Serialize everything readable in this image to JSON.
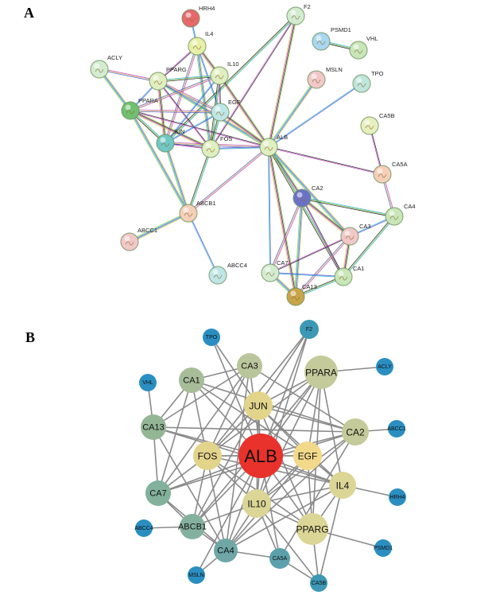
{
  "panels": [
    {
      "id": "A",
      "label": "A"
    },
    {
      "id": "B",
      "label": "B"
    }
  ],
  "panel_a": {
    "nodes": [
      {
        "id": "HRH4",
        "color": "#e8676a"
      },
      {
        "id": "F2",
        "color": "#d3ecd0"
      },
      {
        "id": "IL4",
        "color": "#e8f0a8"
      },
      {
        "id": "PSMD1",
        "color": "#a9d6f0"
      },
      {
        "id": "VHL",
        "color": "#c9e6b8"
      },
      {
        "id": "ACLY",
        "color": "#d3ecd0"
      },
      {
        "id": "IL10",
        "color": "#e0efc0"
      },
      {
        "id": "PPARG",
        "color": "#e0efc0"
      },
      {
        "id": "MSLN",
        "color": "#f2c7c7"
      },
      {
        "id": "TPO",
        "color": "#bfe6dc"
      },
      {
        "id": "PPARA",
        "color": "#6fc06f"
      },
      {
        "id": "EGF",
        "color": "#bfe6e6"
      },
      {
        "id": "CA5B",
        "color": "#e8efbf"
      },
      {
        "id": "JUN",
        "color": "#6fc8c3"
      },
      {
        "id": "FOS",
        "color": "#e0efc0"
      },
      {
        "id": "ALB",
        "color": "#e0efc0"
      },
      {
        "id": "CA5A",
        "color": "#f5cfb8"
      },
      {
        "id": "CA2",
        "color": "#6a71c9"
      },
      {
        "id": "ABCB1",
        "color": "#f5cfb8"
      },
      {
        "id": "CA4",
        "color": "#c9e6b8"
      },
      {
        "id": "CA3",
        "color": "#f2c7c7"
      },
      {
        "id": "ABCC1",
        "color": "#f2c7c7"
      },
      {
        "id": "ABCC4",
        "color": "#bfe6e6"
      },
      {
        "id": "CA7",
        "color": "#d3ecd0"
      },
      {
        "id": "CA1",
        "color": "#c9e6b8"
      },
      {
        "id": "CA13",
        "color": "#c9a54a"
      }
    ],
    "edges": [
      [
        "HRH4",
        "IL4"
      ],
      [
        "PSMD1",
        "VHL"
      ],
      [
        "IL4",
        "IL10"
      ],
      [
        "IL4",
        "PPARG"
      ],
      [
        "IL4",
        "JUN"
      ],
      [
        "IL4",
        "FOS"
      ],
      [
        "IL4",
        "EGF"
      ],
      [
        "F2",
        "JUN"
      ],
      [
        "F2",
        "ALB"
      ],
      [
        "F2",
        "FOS"
      ],
      [
        "ACLY",
        "PPARG"
      ],
      [
        "ACLY",
        "PPARA"
      ],
      [
        "PPARG",
        "PPARA"
      ],
      [
        "PPARG",
        "IL10"
      ],
      [
        "PPARG",
        "JUN"
      ],
      [
        "PPARG",
        "FOS"
      ],
      [
        "PPARG",
        "EGF"
      ],
      [
        "PPARG",
        "ALB"
      ],
      [
        "IL10",
        "JUN"
      ],
      [
        "IL10",
        "FOS"
      ],
      [
        "IL10",
        "ALB"
      ],
      [
        "IL10",
        "EGF"
      ],
      [
        "IL10",
        "PPARA"
      ],
      [
        "MSLN",
        "ALB"
      ],
      [
        "TPO",
        "ALB"
      ],
      [
        "PPARA",
        "JUN"
      ],
      [
        "PPARA",
        "FOS"
      ],
      [
        "PPARA",
        "ALB"
      ],
      [
        "PPARA",
        "EGF"
      ],
      [
        "PPARA",
        "ABCB1"
      ],
      [
        "EGF",
        "JUN"
      ],
      [
        "EGF",
        "FOS"
      ],
      [
        "EGF",
        "ALB"
      ],
      [
        "JUN",
        "FOS"
      ],
      [
        "JUN",
        "ALB"
      ],
      [
        "JUN",
        "ABCB1"
      ],
      [
        "FOS",
        "ALB"
      ],
      [
        "FOS",
        "ABCB1"
      ],
      [
        "ALB",
        "CA2"
      ],
      [
        "ALB",
        "CA5A"
      ],
      [
        "ALB",
        "ABCB1"
      ],
      [
        "ALB",
        "CA3"
      ],
      [
        "ALB",
        "CA7"
      ],
      [
        "ALB",
        "CA1"
      ],
      [
        "ALB",
        "CA13"
      ],
      [
        "CA5B",
        "CA5A"
      ],
      [
        "CA5A",
        "CA4"
      ],
      [
        "ABCB1",
        "ABCC1"
      ],
      [
        "ABCB1",
        "ABCC4"
      ],
      [
        "CA2",
        "CA4"
      ],
      [
        "CA2",
        "CA3"
      ],
      [
        "CA2",
        "CA1"
      ],
      [
        "CA2",
        "CA7"
      ],
      [
        "CA2",
        "CA13"
      ],
      [
        "CA4",
        "CA3"
      ],
      [
        "CA4",
        "CA1"
      ],
      [
        "CA3",
        "CA1"
      ],
      [
        "CA3",
        "CA7"
      ],
      [
        "CA3",
        "CA13"
      ],
      [
        "CA7",
        "CA13"
      ],
      [
        "CA7",
        "CA1"
      ],
      [
        "CA1",
        "CA13"
      ]
    ]
  },
  "panel_b": {
    "nodes": [
      {
        "id": "F2",
        "color": "#3c98b4"
      },
      {
        "id": "TPO",
        "color": "#2b8ec1"
      },
      {
        "id": "CA3",
        "color": "#b9c59b"
      },
      {
        "id": "PPARA",
        "color": "#c4ca99"
      },
      {
        "id": "ACLY",
        "color": "#2b8ec1"
      },
      {
        "id": "VHL",
        "color": "#2b8ec1"
      },
      {
        "id": "CA1",
        "color": "#a6bd98"
      },
      {
        "id": "JUN",
        "color": "#e3d48c"
      },
      {
        "id": "CA13",
        "color": "#93b695"
      },
      {
        "id": "CA2",
        "color": "#c4ca99"
      },
      {
        "id": "ABCC1",
        "color": "#2b8ec1"
      },
      {
        "id": "FOS",
        "color": "#e3d48c"
      },
      {
        "id": "ALB",
        "color": "#e8322b"
      },
      {
        "id": "EGF",
        "color": "#f2d98a"
      },
      {
        "id": "IL4",
        "color": "#dbd696"
      },
      {
        "id": "CA7",
        "color": "#82b29b"
      },
      {
        "id": "HRH4",
        "color": "#2b8ec1"
      },
      {
        "id": "IL10",
        "color": "#dbd696"
      },
      {
        "id": "PPARG",
        "color": "#dbd696"
      },
      {
        "id": "ABCC4",
        "color": "#2b8ec1"
      },
      {
        "id": "ABCB1",
        "color": "#84b19e"
      },
      {
        "id": "CA4",
        "color": "#6fa7a6"
      },
      {
        "id": "PSMD1",
        "color": "#2b8ec1"
      },
      {
        "id": "CA5A",
        "color": "#5ba0aa"
      },
      {
        "id": "MSLN",
        "color": "#2b8ec1"
      },
      {
        "id": "CA5B",
        "color": "#3c98b4"
      }
    ],
    "edges": [
      [
        "ALB",
        "CA3"
      ],
      [
        "ALB",
        "PPARA"
      ],
      [
        "ALB",
        "CA1"
      ],
      [
        "ALB",
        "JUN"
      ],
      [
        "ALB",
        "CA13"
      ],
      [
        "ALB",
        "CA2"
      ],
      [
        "ALB",
        "FOS"
      ],
      [
        "ALB",
        "EGF"
      ],
      [
        "ALB",
        "IL4"
      ],
      [
        "ALB",
        "CA7"
      ],
      [
        "ALB",
        "IL10"
      ],
      [
        "ALB",
        "PPARG"
      ],
      [
        "ALB",
        "ABCB1"
      ],
      [
        "ALB",
        "CA4"
      ],
      [
        "ALB",
        "CA5A"
      ],
      [
        "ALB",
        "MSLN"
      ],
      [
        "ALB",
        "TPO"
      ],
      [
        "ALB",
        "F2"
      ],
      [
        "F2",
        "JUN"
      ],
      [
        "F2",
        "FOS"
      ],
      [
        "F2",
        "IL10"
      ],
      [
        "CA3",
        "CA1"
      ],
      [
        "CA3",
        "CA2"
      ],
      [
        "CA3",
        "CA13"
      ],
      [
        "CA3",
        "CA7"
      ],
      [
        "CA3",
        "CA4"
      ],
      [
        "CA3",
        "FOS"
      ],
      [
        "PPARA",
        "ACLY"
      ],
      [
        "PPARA",
        "PPARG"
      ],
      [
        "PPARA",
        "JUN"
      ],
      [
        "PPARA",
        "FOS"
      ],
      [
        "PPARA",
        "IL10"
      ],
      [
        "PPARA",
        "EGF"
      ],
      [
        "PPARA",
        "ABCB1"
      ],
      [
        "PPARA",
        "IL4"
      ],
      [
        "CA1",
        "CA13"
      ],
      [
        "CA1",
        "CA2"
      ],
      [
        "CA1",
        "CA7"
      ],
      [
        "CA1",
        "CA4"
      ],
      [
        "CA1",
        "EGF"
      ],
      [
        "JUN",
        "FOS"
      ],
      [
        "JUN",
        "EGF"
      ],
      [
        "JUN",
        "IL10"
      ],
      [
        "JUN",
        "IL4"
      ],
      [
        "JUN",
        "PPARG"
      ],
      [
        "JUN",
        "ABCB1"
      ],
      [
        "JUN",
        "CA2"
      ],
      [
        "CA13",
        "CA7"
      ],
      [
        "CA13",
        "CA2"
      ],
      [
        "CA13",
        "CA4"
      ],
      [
        "CA13",
        "IL4"
      ],
      [
        "CA2",
        "CA7"
      ],
      [
        "CA2",
        "CA4"
      ],
      [
        "CA2",
        "CA5A"
      ],
      [
        "CA2",
        "ABCC1"
      ],
      [
        "CA2",
        "IL10"
      ],
      [
        "FOS",
        "EGF"
      ],
      [
        "FOS",
        "IL10"
      ],
      [
        "FOS",
        "IL4"
      ],
      [
        "FOS",
        "PPARG"
      ],
      [
        "FOS",
        "ABCB1"
      ],
      [
        "FOS",
        "CA7"
      ],
      [
        "EGF",
        "IL10"
      ],
      [
        "EGF",
        "IL4"
      ],
      [
        "EGF",
        "PPARG"
      ],
      [
        "EGF",
        "CA4"
      ],
      [
        "IL4",
        "HRH4"
      ],
      [
        "IL4",
        "IL10"
      ],
      [
        "IL4",
        "PPARG"
      ],
      [
        "IL4",
        "CA4"
      ],
      [
        "IL10",
        "PPARG"
      ],
      [
        "IL10",
        "ABCB1"
      ],
      [
        "IL10",
        "CA4"
      ],
      [
        "IL10",
        "CA5A"
      ],
      [
        "IL10",
        "CA5B"
      ],
      [
        "PPARG",
        "PSMD1"
      ],
      [
        "PPARG",
        "CA5B"
      ],
      [
        "CA7",
        "ABCB1"
      ],
      [
        "CA7",
        "CA4"
      ],
      [
        "ABCB1",
        "ABCC4"
      ],
      [
        "ABCB1",
        "CA4"
      ],
      [
        "CA4",
        "MSLN"
      ],
      [
        "CA4",
        "CA5A"
      ],
      [
        "CA5A",
        "CA5B"
      ],
      [
        "VHL",
        "CA13"
      ],
      [
        "TPO",
        "JUN"
      ],
      [
        "CA5B",
        "IL4"
      ]
    ]
  }
}
